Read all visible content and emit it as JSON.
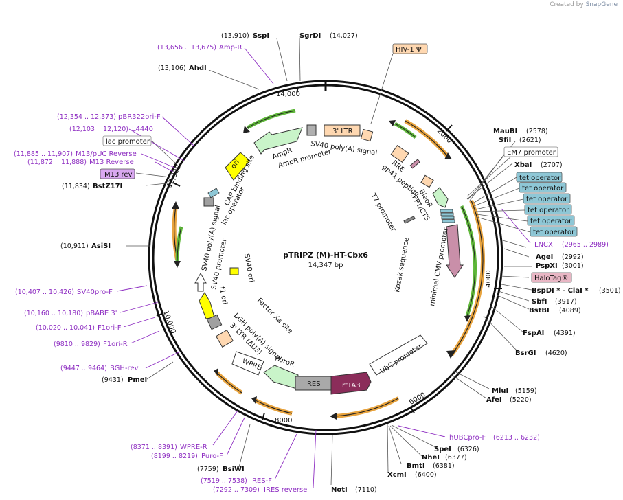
{
  "credit": {
    "prefix": "Created by",
    "brand": "SnapGene"
  },
  "plasmid": {
    "name": "pTRIPZ (M)-HT-Cbx6",
    "length": "14,347 bp"
  },
  "ticks": [
    "2000",
    "4000",
    "6000",
    "8000",
    "10,000",
    "12,000",
    "14,000"
  ],
  "sites": {
    "sspI": {
      "name": "SspI",
      "pos": "(13,910)"
    },
    "sgrDI": {
      "name": "SgrDI",
      "pos": "(14,027)"
    },
    "ahdI": {
      "name": "AhdI",
      "pos": "(13,106)"
    },
    "bstZ17I": {
      "name": "BstZ17I",
      "pos": "(11,834)"
    },
    "asiSI": {
      "name": "AsiSI",
      "pos": "(10,911)"
    },
    "pmeI": {
      "name": "PmeI",
      "pos": "(9431)"
    },
    "bsiWI": {
      "name": "BsiWI",
      "pos": "(7759)"
    },
    "notI": {
      "name": "NotI",
      "pos": "(7110)"
    },
    "xcmI": {
      "name": "XcmI",
      "pos": "(6400)"
    },
    "bmtI": {
      "name": "BmtI",
      "pos": "(6381)"
    },
    "nheI": {
      "name": "NheI",
      "pos": "(6377)"
    },
    "speI": {
      "name": "SpeI",
      "pos": "(6326)"
    },
    "afeI": {
      "name": "AfeI",
      "pos": "(5220)"
    },
    "mluI": {
      "name": "MluI",
      "pos": "(5159)"
    },
    "bsrGI": {
      "name": "BsrGI",
      "pos": "(4620)"
    },
    "fspAI": {
      "name": "FspAI",
      "pos": "(4391)"
    },
    "bstBI": {
      "name": "BstBI",
      "pos": "(4089)"
    },
    "sbfI": {
      "name": "SbfI",
      "pos": "(3917)"
    },
    "bspDI": {
      "name": "BspDI * - ClaI *",
      "pos": "(3501)"
    },
    "pspXI": {
      "name": "PspXI",
      "pos": "(3001)"
    },
    "ageI": {
      "name": "AgeI",
      "pos": "(2992)"
    },
    "xbaI": {
      "name": "XbaI",
      "pos": "(2707)"
    },
    "sfiI": {
      "name": "SfiI",
      "pos": "(2621)"
    },
    "mauBI": {
      "name": "MauBI",
      "pos": "(2578)"
    }
  },
  "primers": {
    "ampR": {
      "pos": "(13,656 .. 13,675)",
      "name": "Amp-R"
    },
    "pbr322": {
      "pos": "(12,354 .. 12,373)",
      "name": "pBR322ori-F"
    },
    "l4440": {
      "pos": "(12,103 .. 12,120)",
      "name": "L4440"
    },
    "m13puc": {
      "pos": "(11,885 .. 11,907)",
      "name": "M13/pUC Reverse"
    },
    "m13rev": {
      "pos": "(11,872 .. 11,888)",
      "name": "M13 Reverse"
    },
    "sv40pro": {
      "pos": "(10,407 .. 10,426)",
      "name": "SV40pro-F"
    },
    "pbabe3": {
      "pos": "(10,160 .. 10,180)",
      "name": "pBABE 3'"
    },
    "f1oriF": {
      "pos": "(10,020 .. 10,041)",
      "name": "F1ori-F"
    },
    "f1oriR": {
      "pos": "(9810 .. 9829)",
      "name": "F1ori-R"
    },
    "bghrev": {
      "pos": "(9447 .. 9464)",
      "name": "BGH-rev"
    },
    "wpreR": {
      "pos": "(8371 .. 8391)",
      "name": "WPRE-R"
    },
    "puroF": {
      "pos": "(8199 .. 8219)",
      "name": "Puro-F"
    },
    "iresF": {
      "pos": "(7519 .. 7538)",
      "name": "IRES-F"
    },
    "iresRev": {
      "pos": "(7292 .. 7309)",
      "name": "IRES reverse"
    },
    "hubc": {
      "name": "hUBCpro-F",
      "pos": "(6213 .. 6232)"
    },
    "lncx": {
      "name": "LNCX",
      "pos": "(2965 .. 2989)"
    }
  },
  "boxed": {
    "lacPromoter": "lac promoter",
    "m13rev": "M13 rev",
    "hiv1": "HIV-1 Ψ",
    "em7": "EM7 promoter",
    "tetOperator": "tet operator",
    "haloTag": "HaloTag®"
  },
  "features": {
    "ori": "ori",
    "ltr3": "3' LTR",
    "ampR": "AmpR",
    "ampRPromoter": "AmpR promoter",
    "sv40PolyA1": "SV40 poly(A) signal",
    "rre": "RRE",
    "gp41": "gp41 peptide",
    "capSite": "CAP binding site",
    "lacOperator": "lac operator",
    "bleoR": "BleoR",
    "cppt": "cPPT/CTS",
    "t7": "T7 promoter",
    "sv40PolyA2": "SV40 poly(A) signal",
    "sv40Promoter": "SV40 promoter",
    "sv40Ori": "SV40 ori",
    "f1Ori": "f1 ori",
    "kozak": "Kozak sequence",
    "minCmv": "minimal CMV promoter",
    "factorXa": "Factor Xa site",
    "bgh": "bGH poly(A) signal",
    "ltrDu3": "3' LTR (ΔU3)",
    "puroR": "PuroR",
    "wpre": "WPRE",
    "ires": "IRES",
    "rtta3": "rtTA3",
    "ubc": "UbC promoter"
  },
  "colors": {
    "primer": "#8e2ec2",
    "ori": "#ffff00",
    "ltr": "#ffd8b1",
    "orange_arrow": "#e8a33d",
    "green_arrow": "#5fb83a",
    "tet_operator": "#8ec7d6",
    "halotag": "#e8b6c4",
    "rtta3": "#8b2d5a"
  }
}
